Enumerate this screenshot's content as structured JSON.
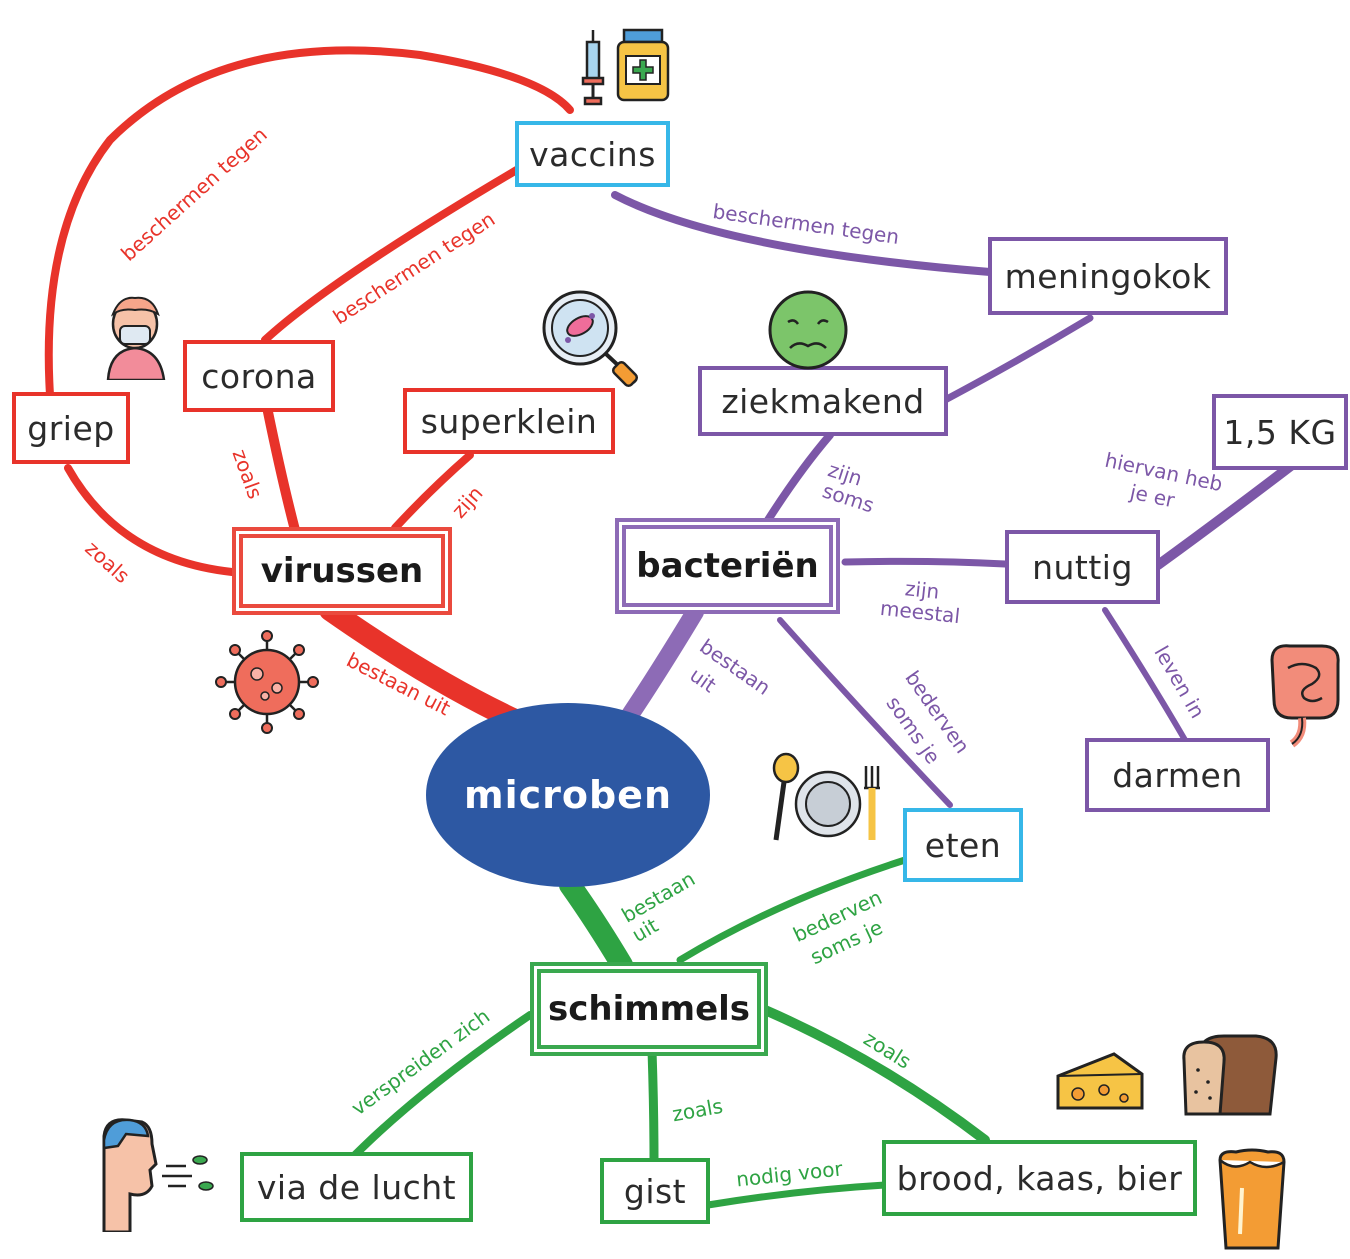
{
  "center": "microben",
  "nodes": {
    "virussen": "virussen",
    "bacterien": "bacteriën",
    "schimmels": "schimmels",
    "vaccins": "vaccins",
    "corona": "corona",
    "griep": "griep",
    "superklein": "superklein",
    "meningokok": "meningokok",
    "ziekmakend": "ziekmakend",
    "nuttig": "nuttig",
    "kg": "1,5 KG",
    "darmen": "darmen",
    "eten": "eten",
    "via_de_lucht": "via de lucht",
    "gist": "gist",
    "brood": "brood, kaas, bier"
  },
  "labels": {
    "bestaan_uit_red": "bestaan uit",
    "zoals_griep": "zoals",
    "zoals_corona": "zoals",
    "zijn_red": "zijn",
    "beschermen_griep": "beschermen tegen",
    "beschermen_corona": "beschermen tegen",
    "beschermen_mening": "beschermen tegen",
    "zijn_soms_1": "zijn",
    "zijn_soms_2": "soms",
    "zijn_meestal_1": "zijn",
    "zijn_meestal_2": "meestal",
    "hiervan_1": "hiervan heb",
    "hiervan_2": "je er",
    "leven_in": "leven in",
    "bestaan_uit_p1": "bestaan",
    "bestaan_uit_p2": "uit",
    "bederven_p1": "bederven",
    "bederven_p2": "soms je",
    "bestaan_uit_g1": "bestaan",
    "bestaan_uit_g2": "uit",
    "bederven_g1": "bederven",
    "bederven_g2": "soms je",
    "verspreiden": "verspreiden zich",
    "zoals_gist": "zoals",
    "zoals_brood": "zoals",
    "nodig_voor": "nodig voor"
  },
  "colors": {
    "red": "#e8332a",
    "purple": "#7c57a7",
    "green": "#2ea343",
    "blue": "#36b7e8",
    "center": "#2d58a3"
  },
  "icons": [
    "syringe-icon",
    "medicine-jar-icon",
    "sick-person-mask-icon",
    "bacteria-magnifier-icon",
    "nauseous-face-icon",
    "virus-icon",
    "plate-cutlery-icon",
    "intestines-icon",
    "breathing-person-icon",
    "cheese-icon",
    "bread-icon",
    "beer-icon"
  ]
}
